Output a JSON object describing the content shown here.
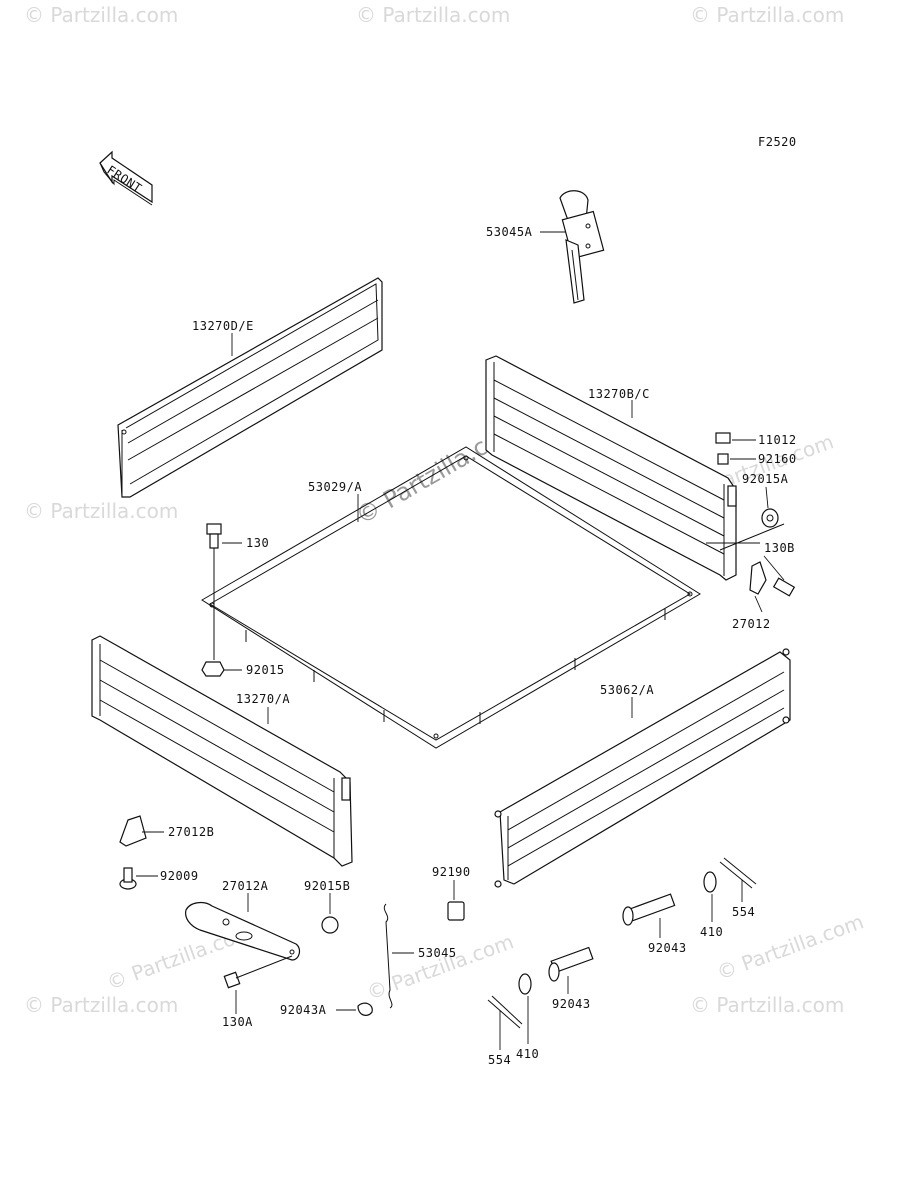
{
  "diagram": {
    "code": "F2520",
    "front_label": "FRONT",
    "center_watermark": "© Partzilla.com",
    "corner_watermark": "© Partzilla.com",
    "colors": {
      "line": "#111111",
      "watermark": "#d9d9d9",
      "center_watermark": "#9a9a9a"
    },
    "labels": [
      "53045A",
      "13270D/E",
      "13270B/C",
      "11012",
      "92160",
      "92015A",
      "53029/A",
      "130",
      "130B",
      "27012",
      "92015",
      "13270/A",
      "53062/A",
      "27012B",
      "92009",
      "27012A",
      "92015B",
      "92190",
      "53045",
      "92043A",
      "130A",
      "554",
      "410",
      "92043",
      "92043",
      "410",
      "554"
    ]
  }
}
